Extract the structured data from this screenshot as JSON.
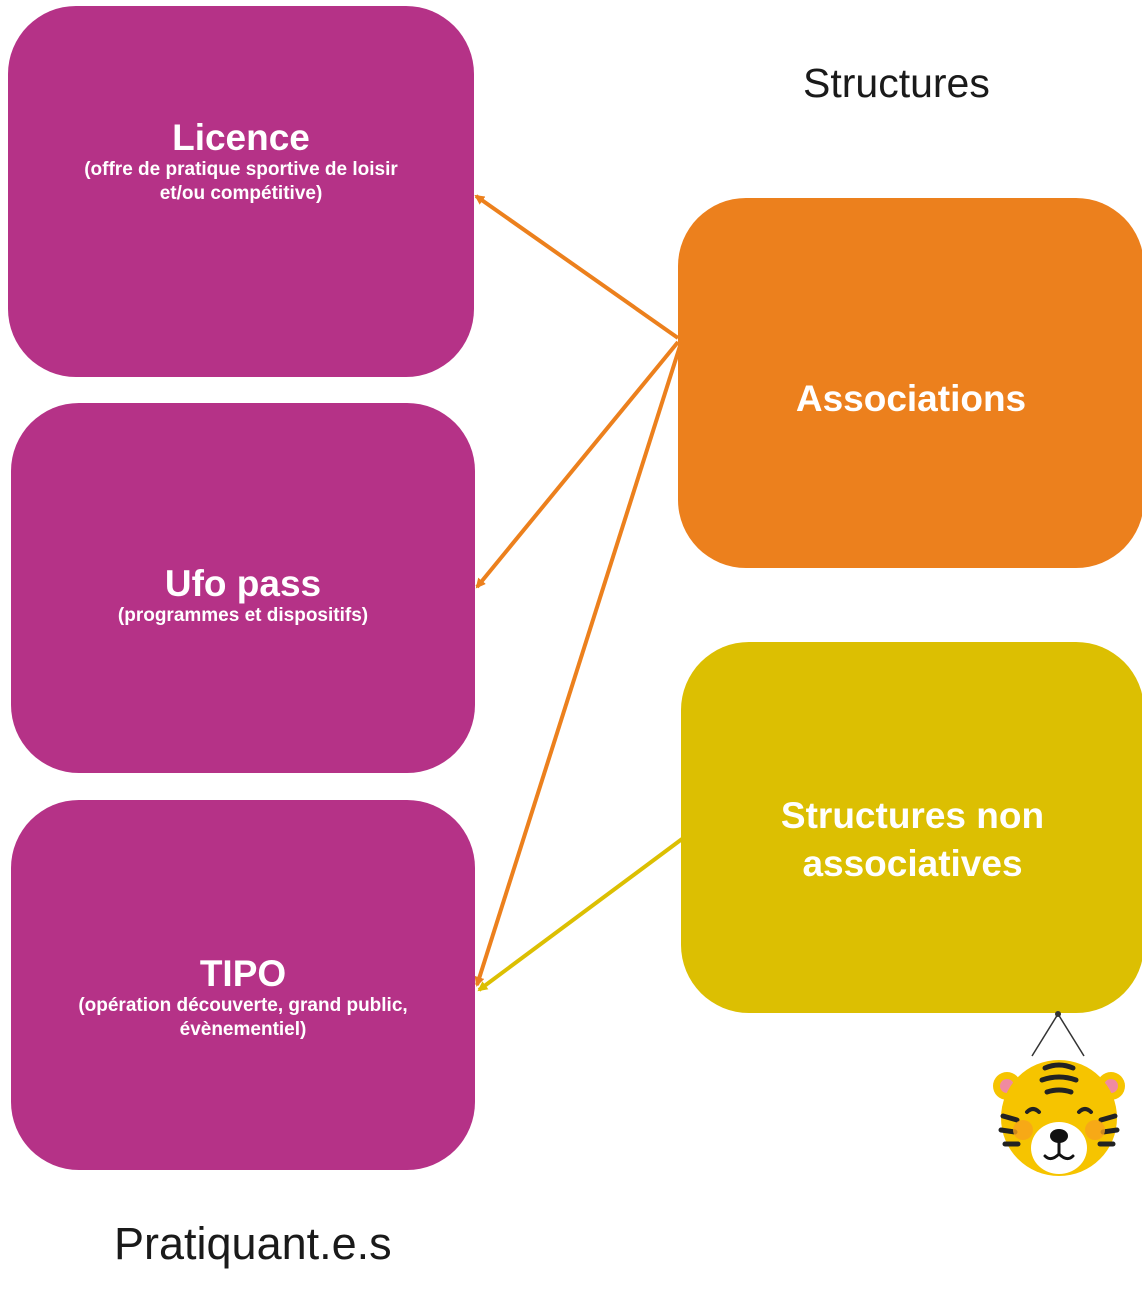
{
  "headings": {
    "structures": "Structures",
    "pratiquants": "Pratiquant.e.s"
  },
  "offers": {
    "licence": {
      "title": "Licence",
      "subtitle": "(offre de pratique sportive de loisir et/ou compétitive)"
    },
    "ufo": {
      "title": "Ufo pass",
      "subtitle": "(programmes et dispositifs)"
    },
    "tipo": {
      "title": "TIPO",
      "subtitle": "(opération découverte, grand public, évènementiel)"
    }
  },
  "structures": {
    "associations": "Associations",
    "non_associatives": "Structures non associatives"
  },
  "colors": {
    "offer_box": "#b53287",
    "associations": "#ec801d",
    "non_associatives": "#dcbf02",
    "arrow_orange": "#ec801d",
    "arrow_yellow": "#dcbf02"
  },
  "connections": [
    {
      "from": "associations",
      "to": "licence"
    },
    {
      "from": "associations",
      "to": "ufo"
    },
    {
      "from": "associations",
      "to": "tipo"
    },
    {
      "from": "non_associatives",
      "to": "tipo"
    }
  ],
  "mascot": {
    "icon": "tiger-mascot-icon"
  }
}
